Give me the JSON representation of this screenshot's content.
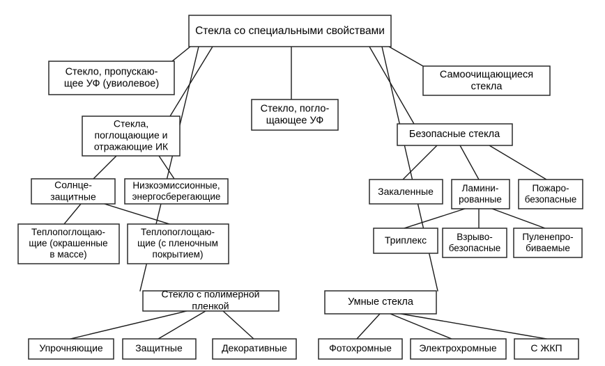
{
  "diagram": {
    "type": "tree-hierarchy",
    "language": "ru",
    "background_color": "#ffffff",
    "line_color": "#1b1b1b",
    "box_fill": "#ffffff",
    "box_stroke": "#2a2a2a",
    "text_color": "#000000",
    "root": {
      "id": "root",
      "label": "Стекла со специальными свойствами"
    },
    "nodes": {
      "root": {
        "label": "Стекла со специальными свойствами",
        "lines": [
          "Стекла со специальными свойствами"
        ]
      },
      "uv_transmitting": {
        "label": "Стекло, пропускающее УФ (увиолевое)",
        "lines": [
          "Стекло, пропускаю-",
          "щее УФ (увиолевое)"
        ]
      },
      "self_cleaning": {
        "label": "Самоочищающиеся стекла",
        "lines": [
          "Самоочищающиеся",
          "стекла"
        ]
      },
      "uv_absorbing": {
        "label": "Стекло, поглощающее УФ",
        "lines": [
          "Стекло, погло-",
          "щающее УФ"
        ]
      },
      "ir_glass": {
        "label": "Стекла, поглощающие и отражающие ИК",
        "lines": [
          "Стекла,",
          "поглощающие и",
          "отражающие ИК"
        ]
      },
      "safety_glass": {
        "label": "Безопасные стекла",
        "lines": [
          "Безопасные стекла"
        ]
      },
      "sun_protective": {
        "label": "Солнцезащитные",
        "lines": [
          "Солнце-",
          "защитные"
        ]
      },
      "low_emission": {
        "label": "Низкоэмиссионные, энергосберегающие",
        "lines": [
          "Низкоэмиссионные,",
          "энергосберегающие"
        ]
      },
      "heat_absorbing_mass": {
        "label": "Теплопоглощающие (окрашенные в массе)",
        "lines": [
          "Теплопоглощаю-",
          "щие (окрашенные",
          "в массе)"
        ]
      },
      "heat_absorbing_film": {
        "label": "Теплопоглощающие (с пленочным покрытием)",
        "lines": [
          "Теплопоглощаю-",
          "щие (с пленочным",
          "покрытием)"
        ]
      },
      "tempered": {
        "label": "Закаленные",
        "lines": [
          "Закаленные"
        ]
      },
      "laminated": {
        "label": "Ламинированные",
        "lines": [
          "Ламини-",
          "рованные"
        ]
      },
      "fire_safe": {
        "label": "Пожаробезопасные",
        "lines": [
          "Пожаро-",
          "безопасные"
        ]
      },
      "triplex": {
        "label": "Триплекс",
        "lines": [
          "Триплекс"
        ]
      },
      "blast_safe": {
        "label": "Взрывобезопасные",
        "lines": [
          "Взрыво-",
          "безопасные"
        ]
      },
      "bulletproof": {
        "label": "Пуленепробиваемые",
        "lines": [
          "Пуленепро-",
          "биваемые"
        ]
      },
      "polymer_film": {
        "label": "Стекло с полимерной пленкой",
        "lines": [
          "Стекло с полимерной",
          "пленкой"
        ]
      },
      "smart_glass": {
        "label": "Умные стекла",
        "lines": [
          "Умные стекла"
        ]
      },
      "reinforcing": {
        "label": "Упрочняющие",
        "lines": [
          "Упрочняющие"
        ]
      },
      "protective": {
        "label": "Защитные",
        "lines": [
          "Защитные"
        ]
      },
      "decorative": {
        "label": "Декоративные",
        "lines": [
          "Декоративные"
        ]
      },
      "photochromic": {
        "label": "Фотохромные",
        "lines": [
          "Фотохромные"
        ]
      },
      "electrochromic": {
        "label": "Электрохромные",
        "lines": [
          "Электрохромные"
        ]
      },
      "lcd": {
        "label": "С ЖКП",
        "lines": [
          "С ЖКП"
        ]
      }
    },
    "edges": [
      {
        "from": "root",
        "to": "uv_transmitting"
      },
      {
        "from": "root",
        "to": "self_cleaning"
      },
      {
        "from": "root",
        "to": "uv_absorbing"
      },
      {
        "from": "root",
        "to": "ir_glass"
      },
      {
        "from": "root",
        "to": "safety_glass"
      },
      {
        "from": "root",
        "to": "polymer_film"
      },
      {
        "from": "root",
        "to": "smart_glass"
      },
      {
        "from": "ir_glass",
        "to": "sun_protective"
      },
      {
        "from": "ir_glass",
        "to": "low_emission"
      },
      {
        "from": "sun_protective",
        "to": "heat_absorbing_mass"
      },
      {
        "from": "sun_protective",
        "to": "heat_absorbing_film"
      },
      {
        "from": "safety_glass",
        "to": "tempered"
      },
      {
        "from": "safety_glass",
        "to": "laminated"
      },
      {
        "from": "safety_glass",
        "to": "fire_safe"
      },
      {
        "from": "laminated",
        "to": "triplex"
      },
      {
        "from": "laminated",
        "to": "blast_safe"
      },
      {
        "from": "laminated",
        "to": "bulletproof"
      },
      {
        "from": "polymer_film",
        "to": "reinforcing"
      },
      {
        "from": "polymer_film",
        "to": "protective"
      },
      {
        "from": "polymer_film",
        "to": "decorative"
      },
      {
        "from": "smart_glass",
        "to": "photochromic"
      },
      {
        "from": "smart_glass",
        "to": "electrochromic"
      },
      {
        "from": "smart_glass",
        "to": "lcd"
      }
    ]
  }
}
